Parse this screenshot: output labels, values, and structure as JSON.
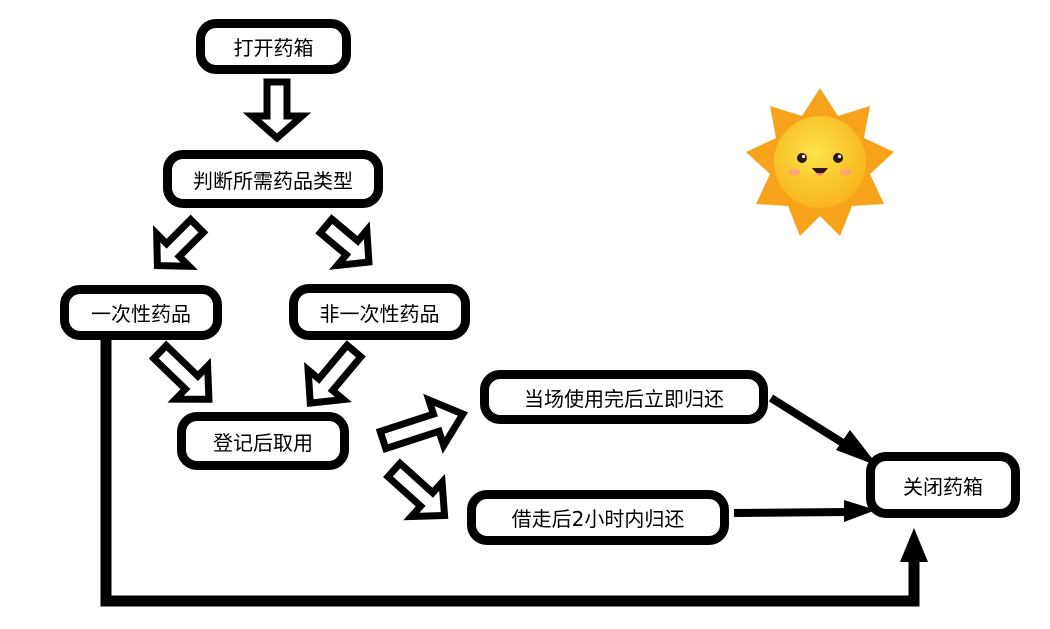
{
  "diagram": {
    "nodes": {
      "open_box": "打开药箱",
      "judge_type": "判断所需药品类型",
      "disposable": "一次性药品",
      "non_disposable": "非一次性药品",
      "register": "登记后取用",
      "return_on_spot": "当场使用完后立即归还",
      "borrow_return": "借走后2小时内归还",
      "close_box": "关闭药箱"
    }
  },
  "colors": {
    "stroke": "#000000",
    "sun_outer": "#f7a21b",
    "sun_inner": "#fbd13a",
    "cheek": "#ff8fa3"
  },
  "icons": {
    "sun": "smiling-sun-icon"
  }
}
